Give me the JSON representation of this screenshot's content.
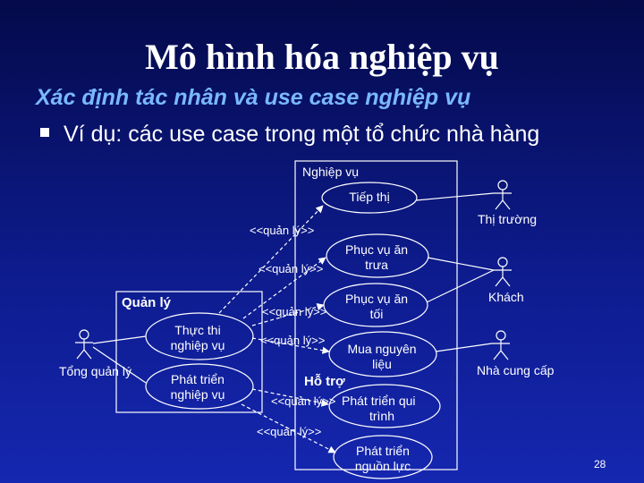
{
  "slide": {
    "title": "Mô hình hóa nghiệp vụ",
    "subtitle": "Xác định tác nhân và use case nghiệp vụ",
    "bullet": "Ví dụ: các use case trong một tổ chức nhà hàng",
    "page_number": "28"
  },
  "diagram": {
    "packages": {
      "business": "Nghiệp vụ",
      "management": "Quản lý",
      "support": "Hỗ trợ"
    },
    "use_cases": {
      "marketing": "Tiếp thị",
      "lunch_line1": "Phục vụ ăn",
      "lunch_line2": "trưa",
      "dinner_line1": "Phục vụ ăn",
      "dinner_line2": "tối",
      "purchase_line1": "Mua nguyên",
      "purchase_line2": "liệu",
      "execute_line1": "Thực thi",
      "execute_line2": "nghiệp vụ",
      "develop_line1": "Phát triển",
      "develop_line2": "nghiệp vụ",
      "procedure_line1": "Phát triển qui",
      "procedure_line2": "trình",
      "hr_line1": "Phát triển",
      "hr_line2": "nguồn lực"
    },
    "actors": {
      "market": "Thị trường",
      "customer": "Khách",
      "supplier": "Nhà cung cấp",
      "director": "Tổng quản lý"
    },
    "stereotype": "<<quản lý>>",
    "colors": {
      "line": "#ffffff",
      "subtitle": "#7ab8ff",
      "background": "#0d1b8c"
    }
  }
}
